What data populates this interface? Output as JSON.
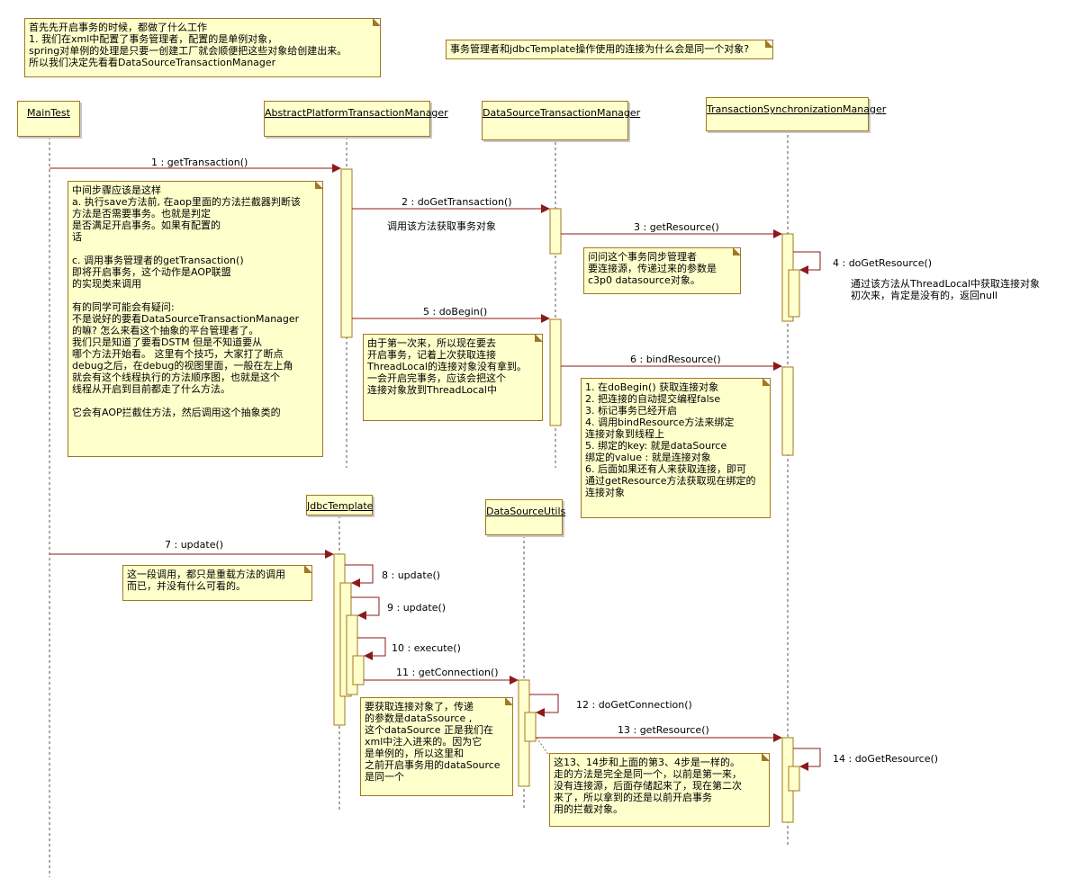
{
  "title_question": "事务管理者和jdbcTemplate操作使用的连接为什么会是同一个对象?",
  "participants": {
    "main": "MainTest",
    "aptm": "AbstractPlatformTransactionManager",
    "dstm": "DataSourceTransactionManager",
    "tsm": "TransactionSynchronizationManager",
    "jdbc": "JdbcTemplate",
    "dsu": "DataSourceUtils"
  },
  "messages": {
    "m1": "1 : getTransaction()",
    "m2": "2 : doGetTransaction()",
    "m3": "3 : getResource()",
    "m4": "4 : doGetResource()",
    "m5": "5 : doBegin()",
    "m6": "6 : bindResource()",
    "m7": "7 : update()",
    "m8": "8 : update()",
    "m9": "9 : update()",
    "m10": "10 : execute()",
    "m11": "11 : getConnection()",
    "m12": "12 : doGetConnection()",
    "m13": "13 : getResource()",
    "m14": "14 : doGetResource()"
  },
  "labels": {
    "call_desc": "调用该方法获取事务对象",
    "threadlocal_desc": "通过该方法从ThreadLocal中获取连接对象\n初次来，肯定是没有的，返回null"
  },
  "notes": {
    "intro": "首先先开启事务的时候，都做了什么工作\n1. 我们在xml中配置了事务管理者，配置的是单例对象，\nspring对单例的处理是只要一创建工厂就会顺便把这些对象给创建出来。\n所以我们决定先看看DataSourceTransactionManager",
    "middle_steps": "中间步骤应该是这样\na. 执行save方法前, 在aop里面的方法拦截器判断该\n方法是否需要事务。也就是判定\n是否满足开启事务。如果有配置的\n话\n\nc. 调用事务管理者的getTransaction()\n即将开启事务，这个动作是AOP联盟\n的实现类来调用\n\n有的同学可能会有疑问:\n不是说好的要看DataSourceTransactionManager\n的嘛? 怎么来看这个抽象的平台管理者了。\n我们只是知道了要看DSTM 但是不知道要从\n哪个方法开始看。 这里有个技巧，大家打了断点\ndebug之后，在debug的视图里面，一般在左上角\n就会有这个线程执行的方法顺序图，也就是这个\n线程从开启到目前都走了什么方法。\n\n它会有AOP拦截住方法，然后调用这个抽象类的",
    "ask_manager": "问问这个事务同步管理者\n要连接源，传递过来的参数是\nc3p0 datasource对象。",
    "first_time": "由于第一次来，所以现在要去\n开启事务，记着上次获取连接\nThreadLocal的连接对象没有拿到。\n一会开启完事务，应该会把这个\n连接对象放到ThreadLocal中",
    "dobegin_steps": "1. 在doBegin() 获取连接对象\n2. 把连接的自动提交编程false\n3. 标记事务已经开启\n4. 调用bindResource方法来绑定\n连接对象到线程上\n5. 绑定的key: 就是dataSource\n绑定的value : 就是连接对象\n6. 后面如果还有人来获取连接，即可\n通过getResource方法获取现在绑定的\n连接对象",
    "overload": "这一段调用，都只是重载方法的调用\n而已，并没有什么可看的。",
    "get_conn": "要获取连接对象了，传递\n的参数是dataSsource ,\n这个dataSource 正是我们在\nxml中注入进来的。因为它\n是单例的，所以这里和\n之前开启事务用的dataSource\n是同一个",
    "same_steps": "这13、14步和上面的第3、4步是一样的。\n走的方法是完全是同一个，以前是第一来，\n没有连接源，后面存储起来了，现在第二次\n来了，所以拿到的还是以前开启事务\n用的拦截对象。"
  },
  "colors": {
    "note_fill": "#ffffcc",
    "note_border": "#a07820",
    "arrow": "#8b1a1a",
    "lifeline": "#555555"
  }
}
